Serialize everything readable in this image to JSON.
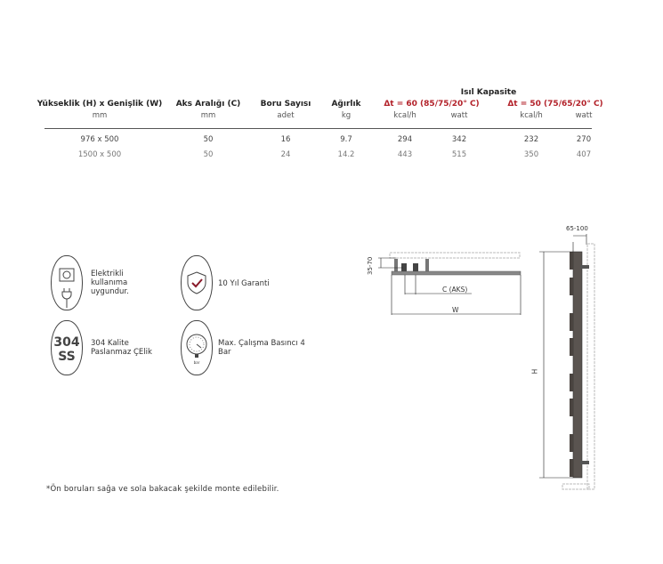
{
  "table": {
    "group_header": "Isıl Kapasite",
    "headers": [
      {
        "label": "Yükseklik (H) x Genişlik (W)",
        "unit": "mm"
      },
      {
        "label": "Aks Aralığı (C)",
        "unit": "mm"
      },
      {
        "label": "Boru Sayısı",
        "unit": "adet"
      },
      {
        "label": "Ağırlık",
        "unit": "kg"
      },
      {
        "label": "Δt = 60 (85/75/20° C)",
        "units": [
          "kcal/h",
          "watt"
        ]
      },
      {
        "label": "Δt = 50 (75/65/20° C)",
        "units": [
          "kcal/h",
          "watt"
        ]
      }
    ],
    "rows": [
      [
        "976 x 500",
        "50",
        "16",
        "9.7",
        "294",
        "342",
        "232",
        "270"
      ],
      [
        "1500 x 500",
        "50",
        "24",
        "14.2",
        "443",
        "515",
        "350",
        "407"
      ]
    ],
    "accent_color": "#b3222a"
  },
  "features": [
    {
      "icon": "plug-socket-icon",
      "text": "Elektrikli kullanıma uygundur."
    },
    {
      "icon": "shield-check-icon",
      "text": "10 Yıl Garanti"
    },
    {
      "icon": "badge-304-ss-icon",
      "badge": [
        "304",
        "SS"
      ],
      "text": "304 Kalite Paslanmaz ÇElik"
    },
    {
      "icon": "pressure-gauge-icon",
      "text": "Max. Çalışma Basıncı 4 Bar"
    }
  ],
  "diagram": {
    "dim_depth": "35-70",
    "dim_c": "C (AKS)",
    "dim_w": "W",
    "dim_wall": "65-100",
    "dim_h": "H",
    "gauge_label": "bar"
  },
  "footnote": "*Ön boruları sağa ve sola bakacak şekilde monte edilebilir."
}
